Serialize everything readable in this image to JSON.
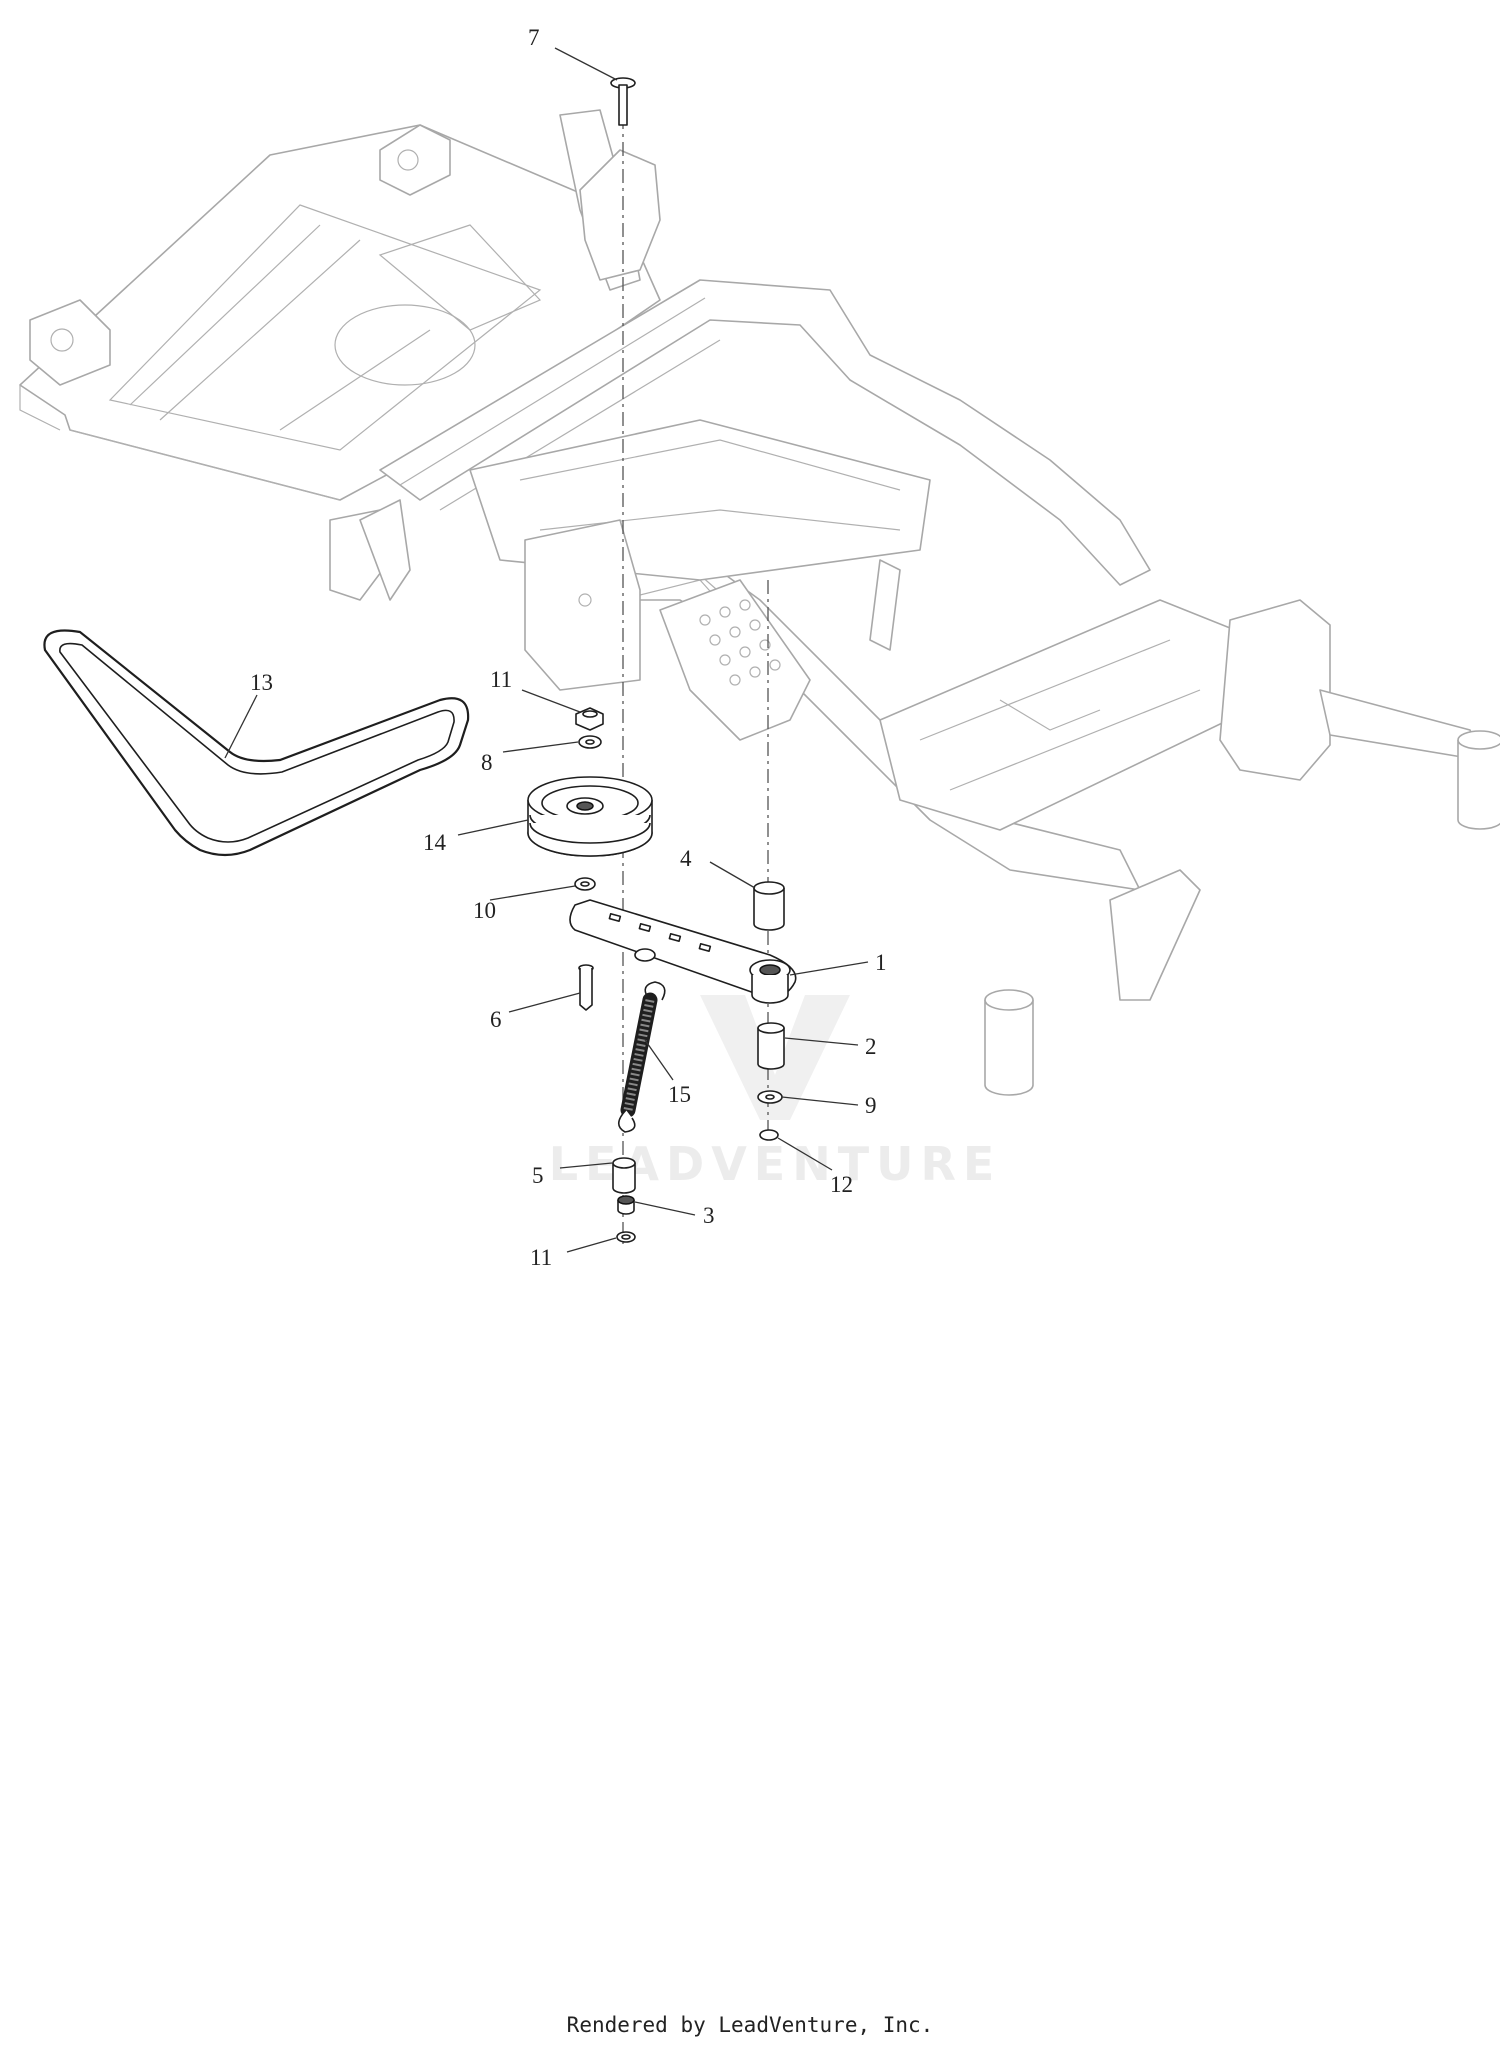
{
  "diagram": {
    "callouts": {
      "c1": "1",
      "c2": "2",
      "c3": "3",
      "c4": "4",
      "c5": "5",
      "c6": "6",
      "c7": "7",
      "c8": "8",
      "c9": "9",
      "c10": "10",
      "c11_top": "11",
      "c11_bottom": "11",
      "c12": "12",
      "c13": "13",
      "c14": "14",
      "c15": "15"
    },
    "watermark": "LEADVENTURE"
  },
  "footer": {
    "text": "Rendered by LeadVenture, Inc."
  },
  "colors": {
    "frame_line": "#a8a8a8",
    "part_line": "#1e1e1e",
    "callout_text": "#222222"
  }
}
